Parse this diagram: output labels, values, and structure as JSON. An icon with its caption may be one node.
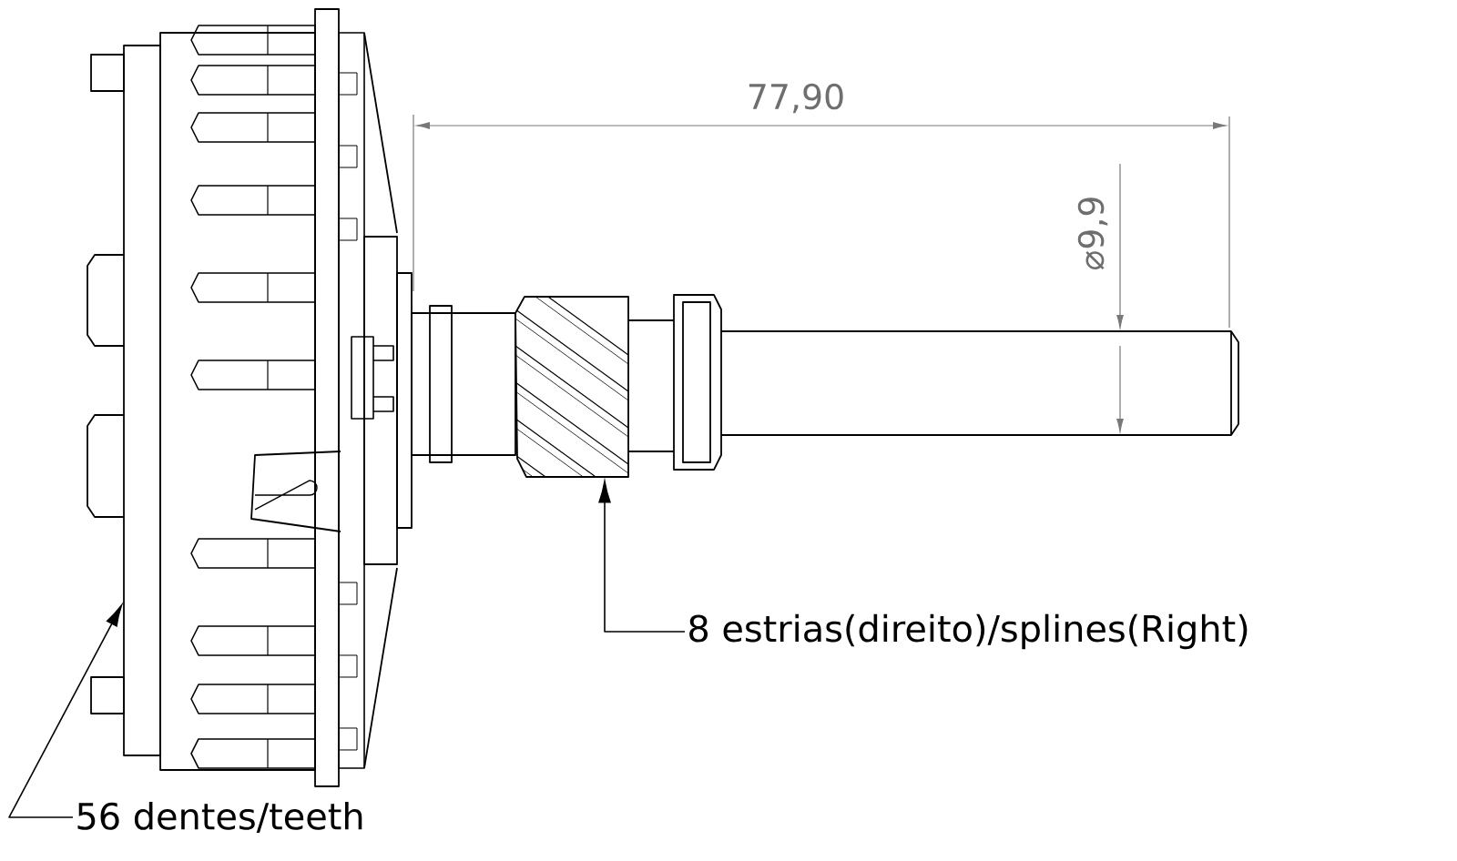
{
  "diagram": {
    "nodes": [
      {
        "text": [],
        "shape": "picture"
      },
      {
        "text": [],
        "shape": "picture"
      },
      {
        "text": [
          "8 estrias(direito)/splines(Right)"
        ]
      },
      {
        "text": [
          "56 dentes/teeth"
        ]
      }
    ],
    "edges": [
      {
        "from": 2,
        "to": 1,
        "arrow": "to"
      },
      {
        "from": 3,
        "to": 0,
        "arrow": "to"
      }
    ],
    "labels": [
      "77,90",
      "⌀9,9"
    ]
  }
}
